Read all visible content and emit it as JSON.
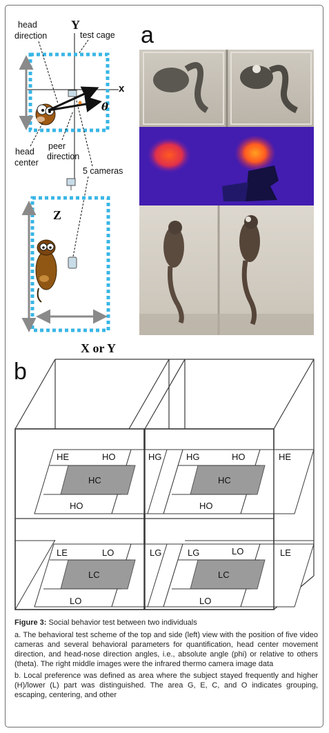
{
  "panel_a": {
    "letter": "a",
    "top_view": {
      "axis_y": "Y",
      "axis_x": "x",
      "theta": "θ",
      "label_head_direction": [
        "head",
        "direction"
      ],
      "label_test_cage": "test cage",
      "label_head_center": [
        "head",
        "center"
      ],
      "label_peer_direction": [
        "peer",
        "direction"
      ],
      "label_cameras": "5 cameras"
    },
    "side_view": {
      "axis_z": "Z",
      "axis_xy": "X or Y"
    }
  },
  "panel_b": {
    "letter": "b",
    "upper_left": {
      "edge": "HE",
      "other_top": "HO",
      "center": "HC",
      "other_bottom": "HO"
    },
    "upper_middle": {
      "left": "HG",
      "right": "HG"
    },
    "upper_right": {
      "other_top": "HO",
      "center": "HC",
      "other_bottom": "HO",
      "edge": "HE"
    },
    "lower_left": {
      "edge": "LE",
      "other_top": "LO",
      "center": "LC",
      "other_bottom": "LO"
    },
    "lower_middle": {
      "left": "LG",
      "right": "LG"
    },
    "lower_right": {
      "other_top": "LO",
      "center": "LC",
      "other_bottom": "LO",
      "edge": "LE"
    }
  },
  "caption": {
    "figure_label": "Figure 3:",
    "title": " Social behavior test between two individuals",
    "paragraph_a": "a. The behavioral test scheme of the top and side (left) view with the position of five video cameras and several behavioral parameters for quantification, head center movement direction, and head-nose direction angles, i.e., absolute angle (phi) or relative to others (theta). The right middle images were the infrared thermo camera image data",
    "paragraph_b": "b. Local preference was defined as area where the subject stayed frequently and higher (H)/lower (L) part was distinguished. The area G, E, C, and O indicates grouping, escaping, centering, and other"
  },
  "colors": {
    "cage_dash": "#39b6e6",
    "arrow": "#111111",
    "zone_fill": "#9b9b9b",
    "thermo_bg": "#3a1aa8",
    "thermo_hot": "#ff4a1a"
  }
}
